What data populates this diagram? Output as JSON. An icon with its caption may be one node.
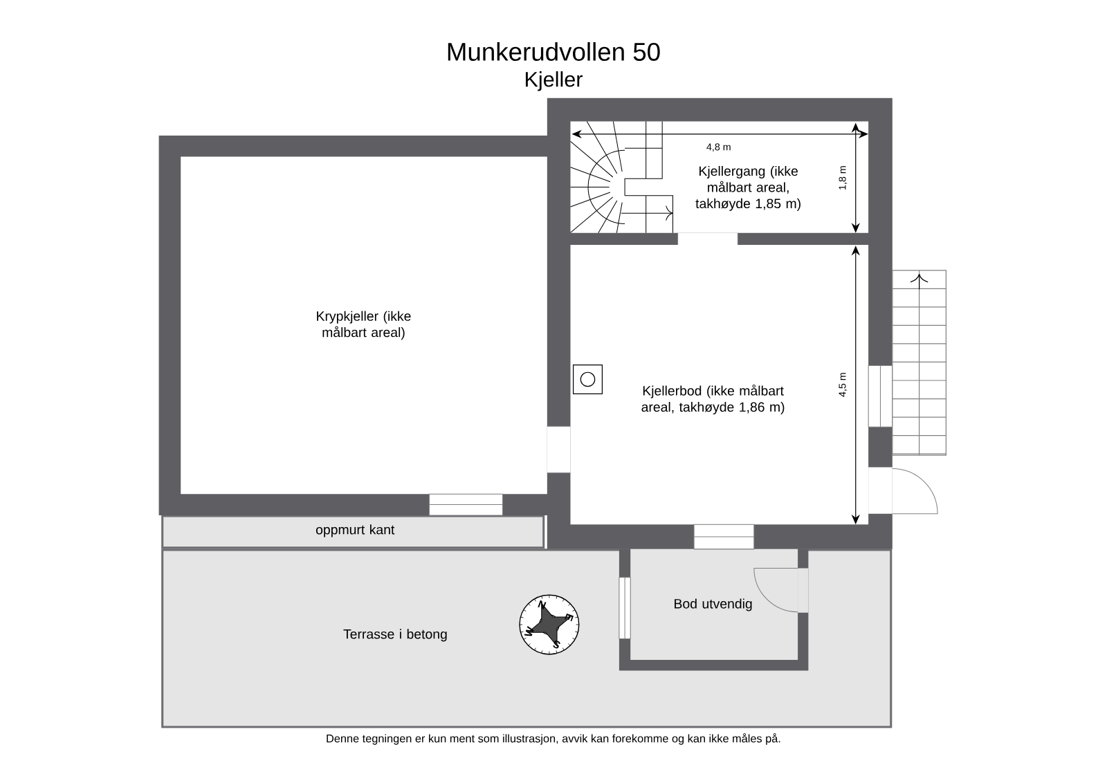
{
  "diagram": {
    "title": "Munkerudvollen 50",
    "caption": "Denne tegningen er kun ment som illustrasjon, avvik kan forekomme og kan ikke måles på.",
    "nodes": [
      {
        "text": [
          "Kjellergang (ikke målbart areal, takhøyde 1,85 m)"
        ]
      },
      {
        "text": [
          "Krypkjeller (ikke målbart areal)"
        ]
      },
      {
        "text": [
          "Kjellerbod (ikke målbart areal, takhøyde 1,86 m)"
        ]
      },
      {
        "text": [
          "oppmurt kant"
        ]
      },
      {
        "text": [
          "Terrasse i betong"
        ]
      },
      {
        "text": [
          "Bod utvendig"
        ],
        "in": 4
      }
    ],
    "labels": [
      "Kjeller",
      "4,8 m",
      "1,8 m",
      "4,5 m",
      "N",
      "E",
      "S",
      "W"
    ]
  }
}
